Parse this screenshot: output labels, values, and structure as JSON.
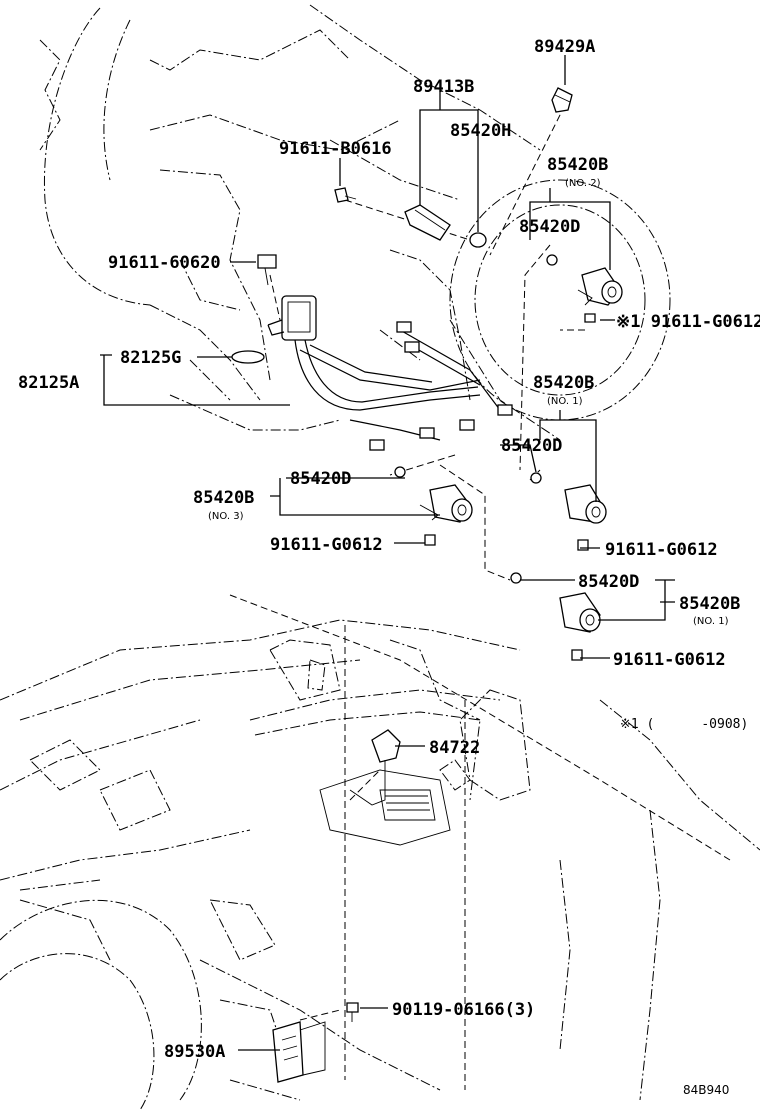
{
  "parts": {
    "p89429A": "89429A",
    "p89413B": "89413B",
    "p85420H": "85420H",
    "p91611B0616": "91611-B0616",
    "p85420B_no2": "85420B",
    "no2": "(NO. 2)",
    "p85420D_a": "85420D",
    "p91611_60620": "91611-60620",
    "p91611G0612_star": "※1 91611-G0612",
    "p82125G": "82125G",
    "p82125A": "82125A",
    "p85420B_no1a": "85420B",
    "no1a": "(NO. 1)",
    "p85420D_b": "85420D",
    "p85420D_c": "85420D",
    "p85420B_no3": "85420B",
    "no3": "(NO. 3)",
    "p91611G0612_a": "91611-G0612",
    "p91611G0612_b": "91611-G0612",
    "p85420D_d": "85420D",
    "p85420B_no1b": "85420B",
    "no1b": "(NO. 1)",
    "p91611G0612_c": "91611-G0612",
    "p84722": "84722",
    "p90119": "90119-06166(3)",
    "p89530A": "89530A"
  },
  "footnote": "※1 (      -0908)",
  "diagram_code": "84B940"
}
